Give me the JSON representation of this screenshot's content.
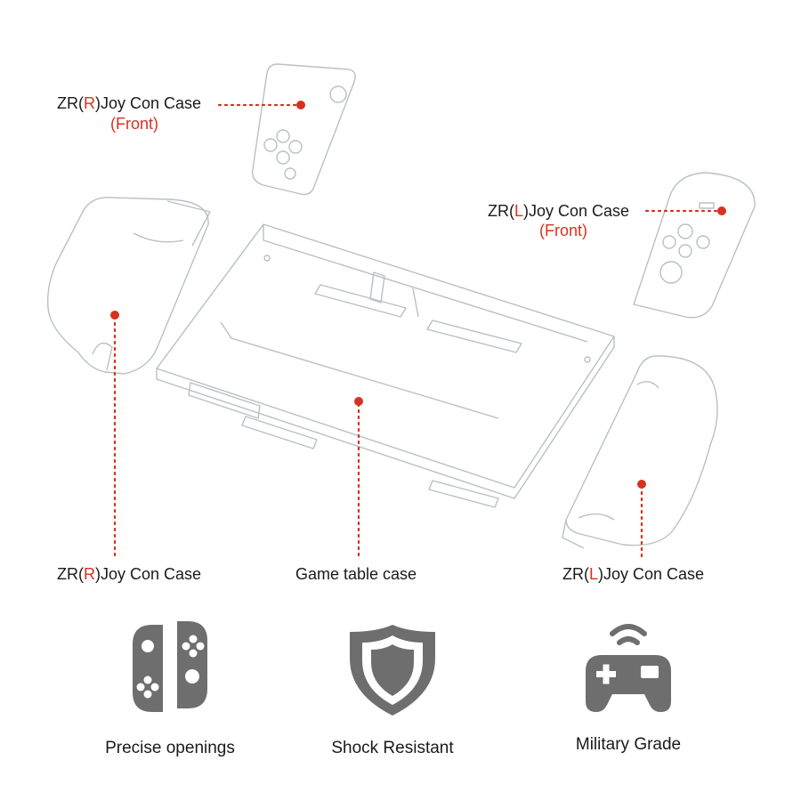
{
  "labels": {
    "right_front": {
      "prefix": "ZR(",
      "letter": "R",
      "suffix": ")Joy Con Case",
      "sub": "(Front)"
    },
    "left_front": {
      "prefix": "ZR(",
      "letter": "L",
      "suffix": ")Joy Con Case",
      "sub": "(Front)"
    },
    "right_back": {
      "prefix": "ZR(",
      "letter": "R",
      "suffix": ")Joy Con Case"
    },
    "left_back": {
      "prefix": "ZR(",
      "letter": "L",
      "suffix": ")Joy Con Case"
    },
    "table": {
      "text": "Game table case"
    }
  },
  "features": [
    {
      "icon": "joycon-icon",
      "label": "Precise openings"
    },
    {
      "icon": "shield-icon",
      "label": "Shock Resistant"
    },
    {
      "icon": "gamepad-wireless-icon",
      "label": "Military Grade"
    }
  ],
  "colors": {
    "accent": "#d8311f",
    "icon": "#6e6e6e",
    "outline": "#b9c0c6"
  }
}
